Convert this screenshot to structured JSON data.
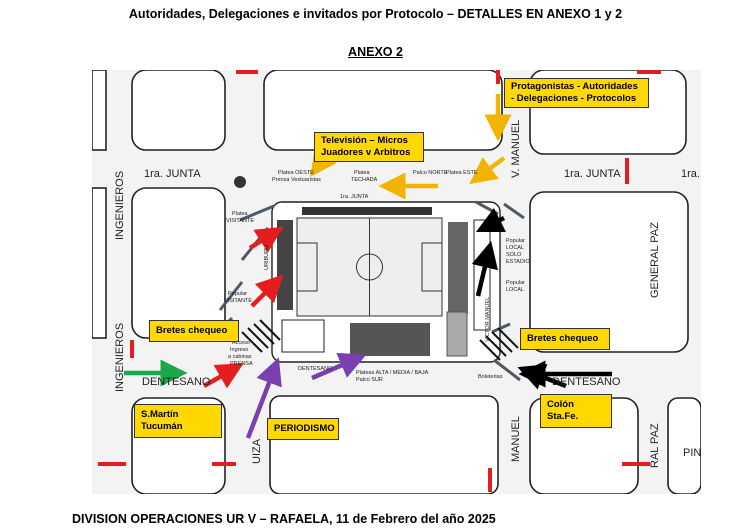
{
  "header": {
    "title": "Autoridades, Delegaciones e invitados por Protocolo – DETALLES EN ANEXO 1 y 2",
    "annex": "ANEXO 2"
  },
  "footer": {
    "text": "DIVISION OPERACIONES UR V – RAFAELA, 11 de Febrero del año 2025"
  },
  "map": {
    "streets": {
      "ingenieros_top": "INGENIEROS",
      "ingenieros_bottom": "INGENIEROS",
      "junta_left": "1ra. JUNTA",
      "junta_right": "1ra. JUNTA",
      "junta_far_right": "1ra.",
      "junta_stadium": "1ra. JUNTA",
      "v_manuel_top": "V. MANUEL",
      "v_manuel_bottom": "MANUEL",
      "general_paz": "GENERAL PAZ",
      "general_paz_bottom": "RAL PAZ",
      "dentesano_left": "DENTESANO",
      "dentesano_right": "DENTESANO",
      "dentesano_stadium": "DENTESANO",
      "victor_manuel": "VICTOR MANUEL",
      "uriburu": "URIBURU",
      "quiza": "UIZA",
      "pin": "PIN"
    },
    "stadium_labels": {
      "platea_oeste": "Platea OESTE",
      "prensa_vestuaristas": "Prensa Vestuaristas",
      "platea_techada": "Platea",
      "techada": "TECHADA",
      "palco_norte": "Palco NORTE",
      "platea_este": "Platea ESTE",
      "platea_visitante": "Platea",
      "visitante": "VISITANTE",
      "popular_visitante": "Popular",
      "popular_visitante_2": "VISITANTE",
      "popular_local_solo": "Popular",
      "local_solo": "LOCAL",
      "solo": "SOLO",
      "estadio": "ESTADIO",
      "popular_local": "Popular",
      "local": "LOCAL",
      "acceso": "Acceso",
      "ingreso": "Ingreso",
      "a_cabinas": "a cabinas",
      "prensa": "PRENSA",
      "plateas_sur": "Plateas ALTA / MEDIA / BAJA",
      "palco_sur": "Palco SUR",
      "boleterias": "Boleterias"
    },
    "notes": {
      "protagonistas": [
        "Protagonistas  - Autoridades",
        " - Delegaciones - Protocolos"
      ],
      "television": [
        "Televisión – Micros",
        "Juadores v Arbitros"
      ],
      "bretes_left": "Bretes chequeo",
      "bretes_right": "Bretes chequeo",
      "smartin": "S.Martín Tucumán",
      "periodismo": "PERIODISMO",
      "colon": "Colón Sta.Fe."
    },
    "colors": {
      "yellow_note": "#ffd800",
      "red_arrow": "#e41e1e",
      "green_arrow": "#1aa84b",
      "purple_arrow": "#7a3fb0",
      "orange_arrow": "#f2b400",
      "black_arrow": "#000000",
      "red_marker": "#e41e1e",
      "gray_barrier": "#4d5a66",
      "pitch": "#eeeeee"
    }
  }
}
